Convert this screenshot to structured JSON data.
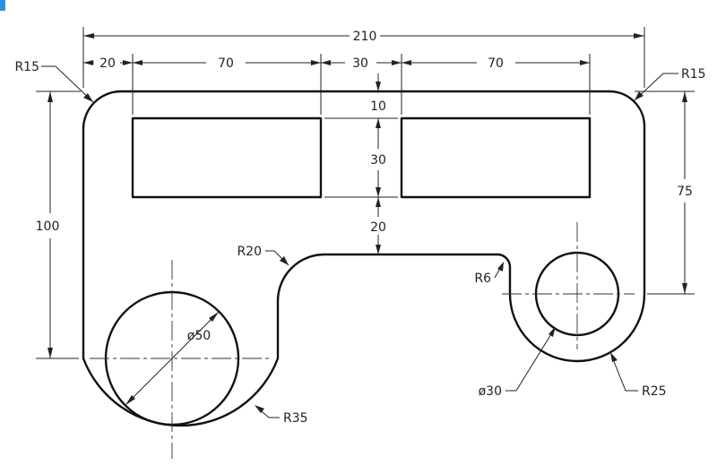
{
  "drawing": {
    "overall_width": "210",
    "seg_left": "20",
    "seg_mid_left": "70",
    "seg_gap": "30",
    "seg_mid_right": "70",
    "top_offset": "10",
    "slot_height": "30",
    "slot_to_boss": "20",
    "overall_height": "100",
    "right_height": "75",
    "radius_top_left": "R15",
    "radius_top_right": "R15",
    "radius_fillet": "R20",
    "radius_small": "R6",
    "radius_large_boss": "R35",
    "radius_right_boss": "R25",
    "large_hole_dia": "ø50",
    "small_hole_dia": "ø30",
    "accent_color": "#2f8fe0"
  }
}
